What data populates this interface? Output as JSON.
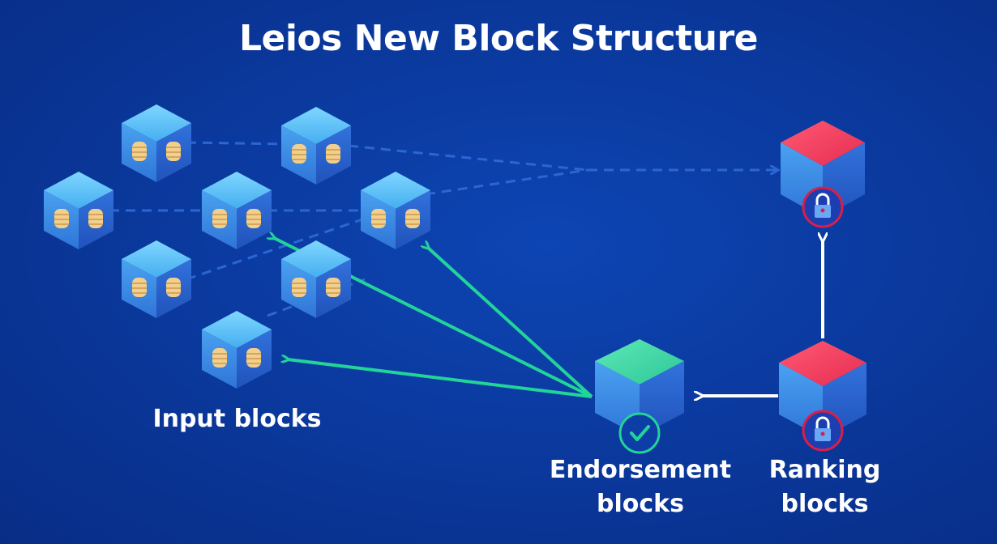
{
  "title": "Leios New Block Structure",
  "labels": {
    "input_blocks": "Input blocks",
    "endorsement_blocks_line1": "Endorsement",
    "endorsement_blocks_line2": "blocks",
    "ranking_blocks_line1": "Ranking",
    "ranking_blocks_line2": "blocks"
  },
  "colors": {
    "background": "#0a3698",
    "cube_top": "#5ec4f5",
    "cube_left": "#3b8ee8",
    "cube_right": "#2a63cf",
    "ranking_top": "#f0385a",
    "endorsement_top": "#38d6a0",
    "coin": "#f2cf8c",
    "green_arrow": "#22d39a",
    "white_arrow": "#ffffff",
    "dashed_line": "#2b67d3",
    "lock_ring": "#d81f48",
    "check_ring": "#22d39a"
  },
  "icons": {
    "input_block": "coins-icon",
    "ranking_block": "lock-icon",
    "endorsement_block": "check-icon"
  }
}
